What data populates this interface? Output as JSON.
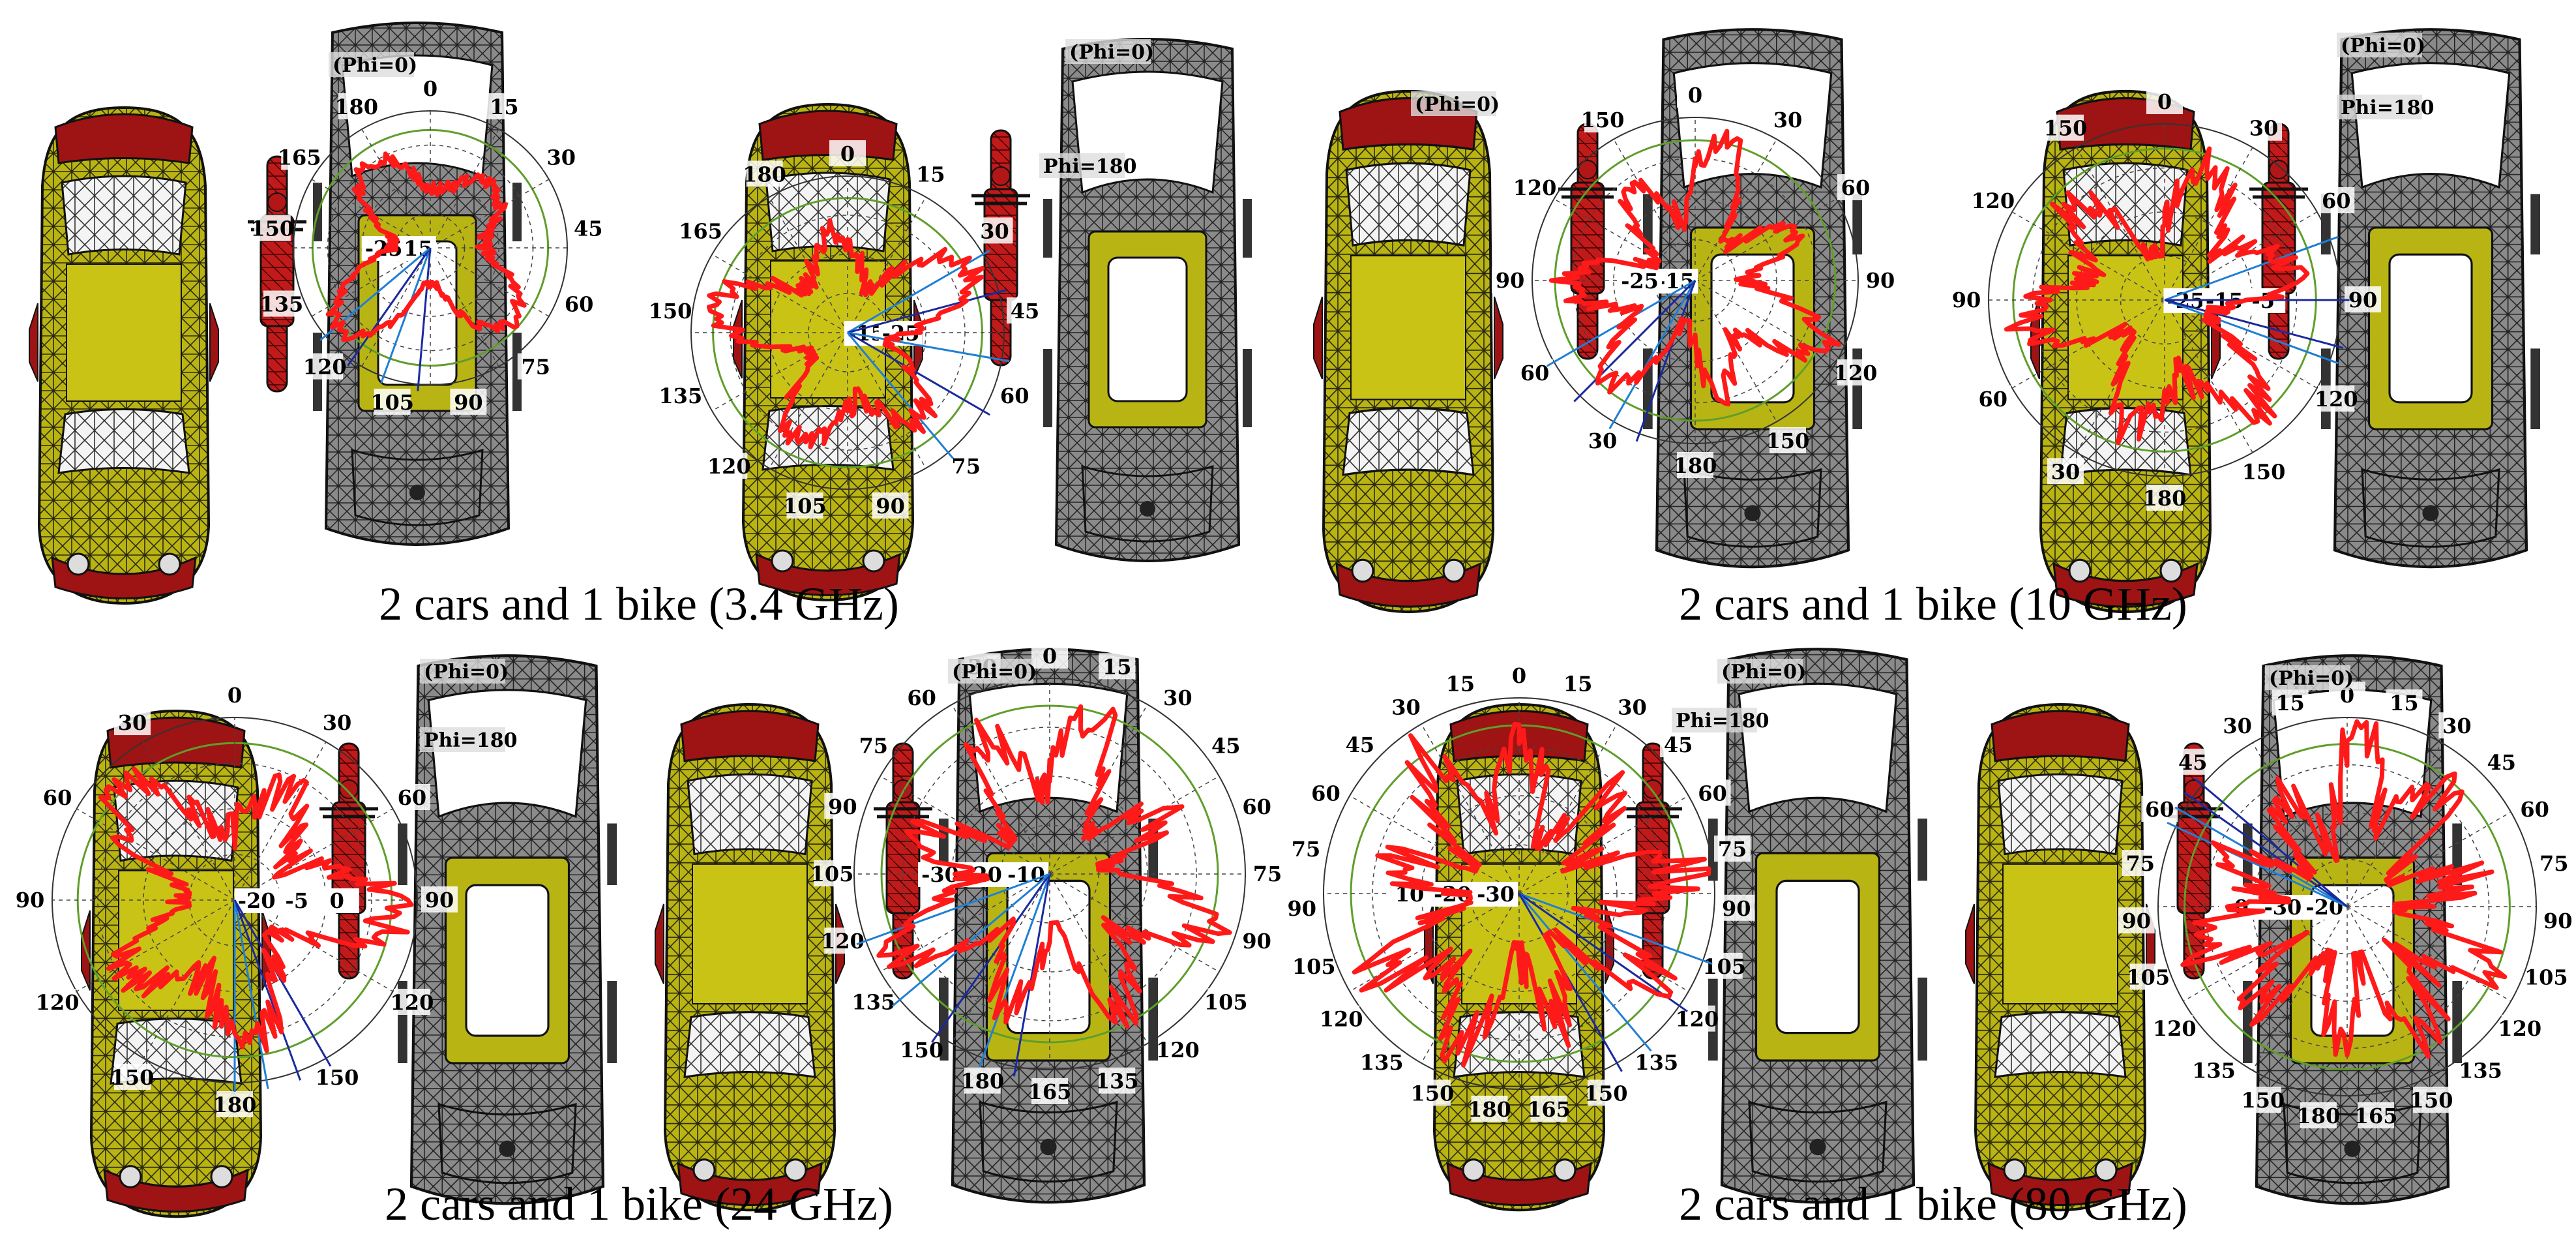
{
  "colors": {
    "car_body": "#b9b412",
    "car_red": "#a11616",
    "car_grey": "#8a8a8a",
    "mesh": "#222222",
    "pattern": "#ff1a1a",
    "ring_green": "#5f9e2b",
    "ray_blue": "#1f7fd4",
    "ray_dark": "#1a2a9e"
  },
  "panels": [
    {
      "caption": "2 cars and 1 bike (3.4 GHz)",
      "phi_labels": [
        "(Phi=0)"
      ],
      "polars": [
        {
          "angles": [
            "0",
            "15",
            "30",
            "45",
            "60",
            "75",
            "90",
            "105",
            "120",
            "135",
            "150",
            "165",
            "180"
          ],
          "levels": [
            "-15",
            "-25"
          ]
        }
      ]
    },
    {
      "caption": "2 cars and 1 bike (10 GHz)",
      "phi_labels": [
        "(Phi=0)",
        "Phi=180"
      ],
      "polars": [
        {
          "angles": [
            "0",
            "30",
            "60",
            "90",
            "120",
            "150",
            "180",
            "30",
            "60",
            "90",
            "120",
            "150"
          ],
          "levels": [
            "-15",
            "-25"
          ]
        },
        {
          "angles": [
            "0",
            "30",
            "60",
            "90",
            "120",
            "150",
            "180",
            "30",
            "60",
            "90",
            "120",
            "150"
          ],
          "levels": [
            "-25",
            "-15",
            "-5"
          ]
        }
      ]
    },
    {
      "caption": "2 cars and 1 bike (24 GHz)",
      "phi_labels": [
        "(Phi=0)",
        "Phi=180",
        "(Phi=0)"
      ],
      "polars": [
        {
          "angles": [
            "0",
            "30",
            "60",
            "90",
            "120",
            "150",
            "180",
            "150",
            "120",
            "90",
            "60",
            "30"
          ],
          "levels": [
            "-20",
            "-5",
            "0"
          ]
        },
        {
          "angles": [
            "0",
            "15",
            "30",
            "45",
            "60",
            "75",
            "90",
            "105",
            "120",
            "135",
            "165",
            "180",
            "150",
            "135",
            "120",
            "105",
            "90",
            "75",
            "60",
            "30"
          ],
          "levels": [
            "-10",
            "-20",
            "-30"
          ]
        }
      ]
    },
    {
      "caption": "2 cars and 1 bike (80 GHz)",
      "phi_labels": [
        "(Phi=0)",
        "Phi=180",
        "(Phi=0)"
      ],
      "polars": [
        {
          "angles": [
            "0",
            "15",
            "30",
            "45",
            "60",
            "75",
            "90",
            "105",
            "120",
            "135",
            "150",
            "165",
            "180",
            "150",
            "135",
            "120",
            "105",
            "90",
            "75",
            "60",
            "45",
            "30",
            "15"
          ],
          "levels": [
            "-30",
            "-20",
            "10"
          ]
        },
        {
          "angles": [
            "0",
            "15",
            "30",
            "45",
            "60",
            "75",
            "90",
            "105",
            "120",
            "135",
            "150",
            "165",
            "180",
            "150",
            "135",
            "120",
            "105",
            "90",
            "75",
            "60",
            "45",
            "30",
            "15"
          ],
          "levels": [
            "-20",
            "-30",
            "0"
          ]
        }
      ]
    }
  ]
}
